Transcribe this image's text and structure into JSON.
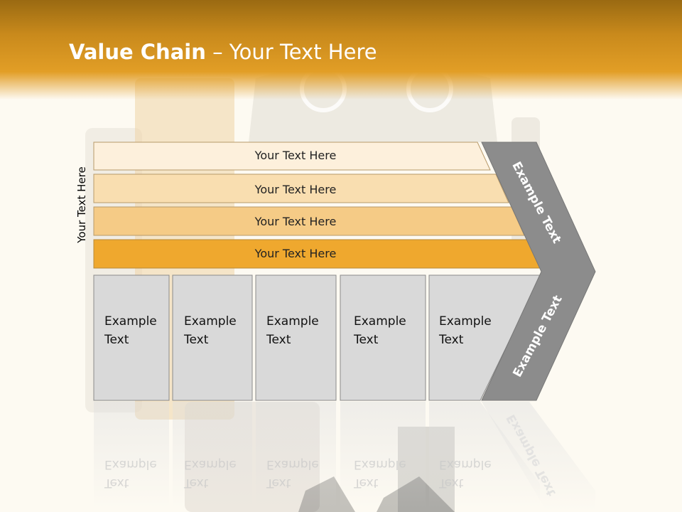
{
  "title": {
    "bold": "Value Chain",
    "rest": " – Your Text Here"
  },
  "side_label": "Your Text Here",
  "rows": [
    {
      "label": "Your Text Here"
    },
    {
      "label": "Your Text Here"
    },
    {
      "label": "Your Text Here"
    },
    {
      "label": "Your Text Here"
    }
  ],
  "columns": [
    {
      "line1": "Example",
      "line2": "Text"
    },
    {
      "line1": "Example",
      "line2": "Text"
    },
    {
      "line1": "Example",
      "line2": "Text"
    },
    {
      "line1": "Example",
      "line2": "Text"
    },
    {
      "line1": "Example",
      "line2": "Text"
    }
  ],
  "chevron": {
    "upper": "Example Text",
    "lower": "Example Text"
  },
  "colors": {
    "header": "#d9941f",
    "row1": "#fdf0dc",
    "row2": "#f9deb0",
    "row3": "#f5cb86",
    "row4": "#efa82e",
    "column": "#d9d9d9",
    "chevron": "#8c8c8c"
  }
}
